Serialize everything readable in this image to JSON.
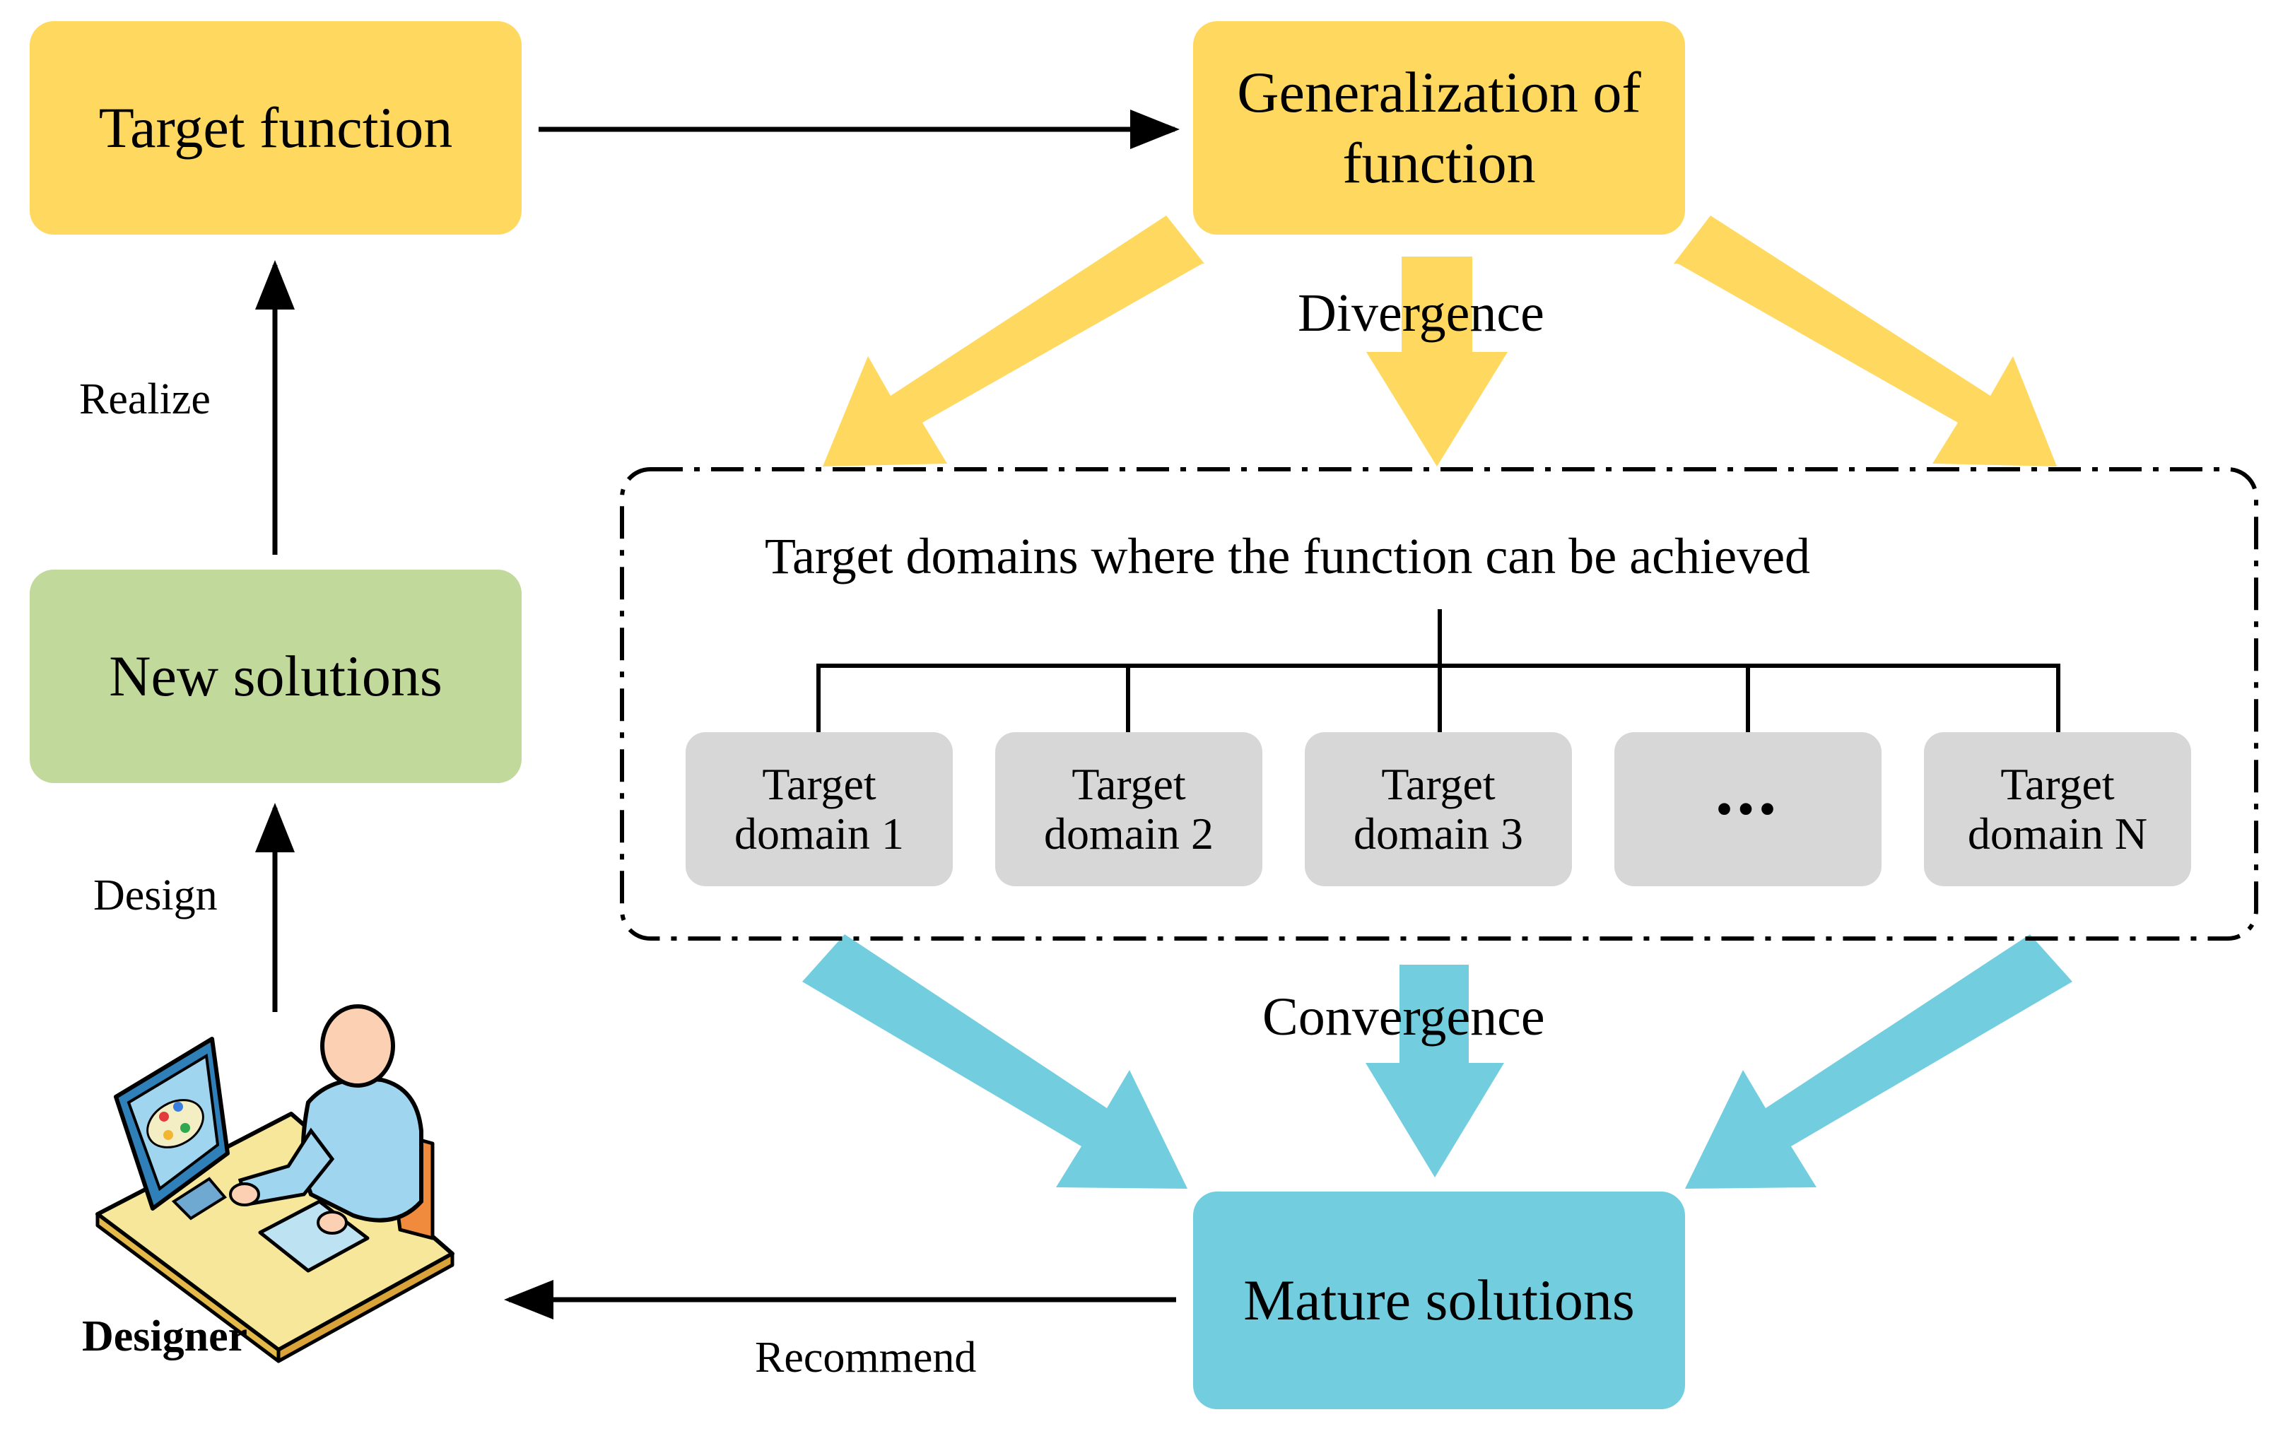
{
  "boxes": {
    "target_function": "Target function",
    "generalization": "Generalization of function",
    "new_solutions": "New solutions",
    "mature_solutions": "Mature solutions"
  },
  "labels": {
    "realize": "Realize",
    "design": "Design",
    "recommend": "Recommend",
    "divergence": "Divergence",
    "convergence": "Convergence",
    "designer": "Designer"
  },
  "domains_group": {
    "title": "Target domains where the function can be achieved",
    "items": [
      "Target domain 1",
      "Target domain 2",
      "Target domain 3",
      "•••",
      "Target domain N"
    ]
  },
  "colors": {
    "yellow_box": "#ffd95f",
    "green_box": "#c2d99c",
    "blue_box": "#72cedf",
    "grey_box": "#d7d7d7",
    "divergence_arrow": "#ffd95f",
    "convergence_arrow": "#72cedf"
  },
  "icons": [
    "designer-at-computer-icon"
  ]
}
